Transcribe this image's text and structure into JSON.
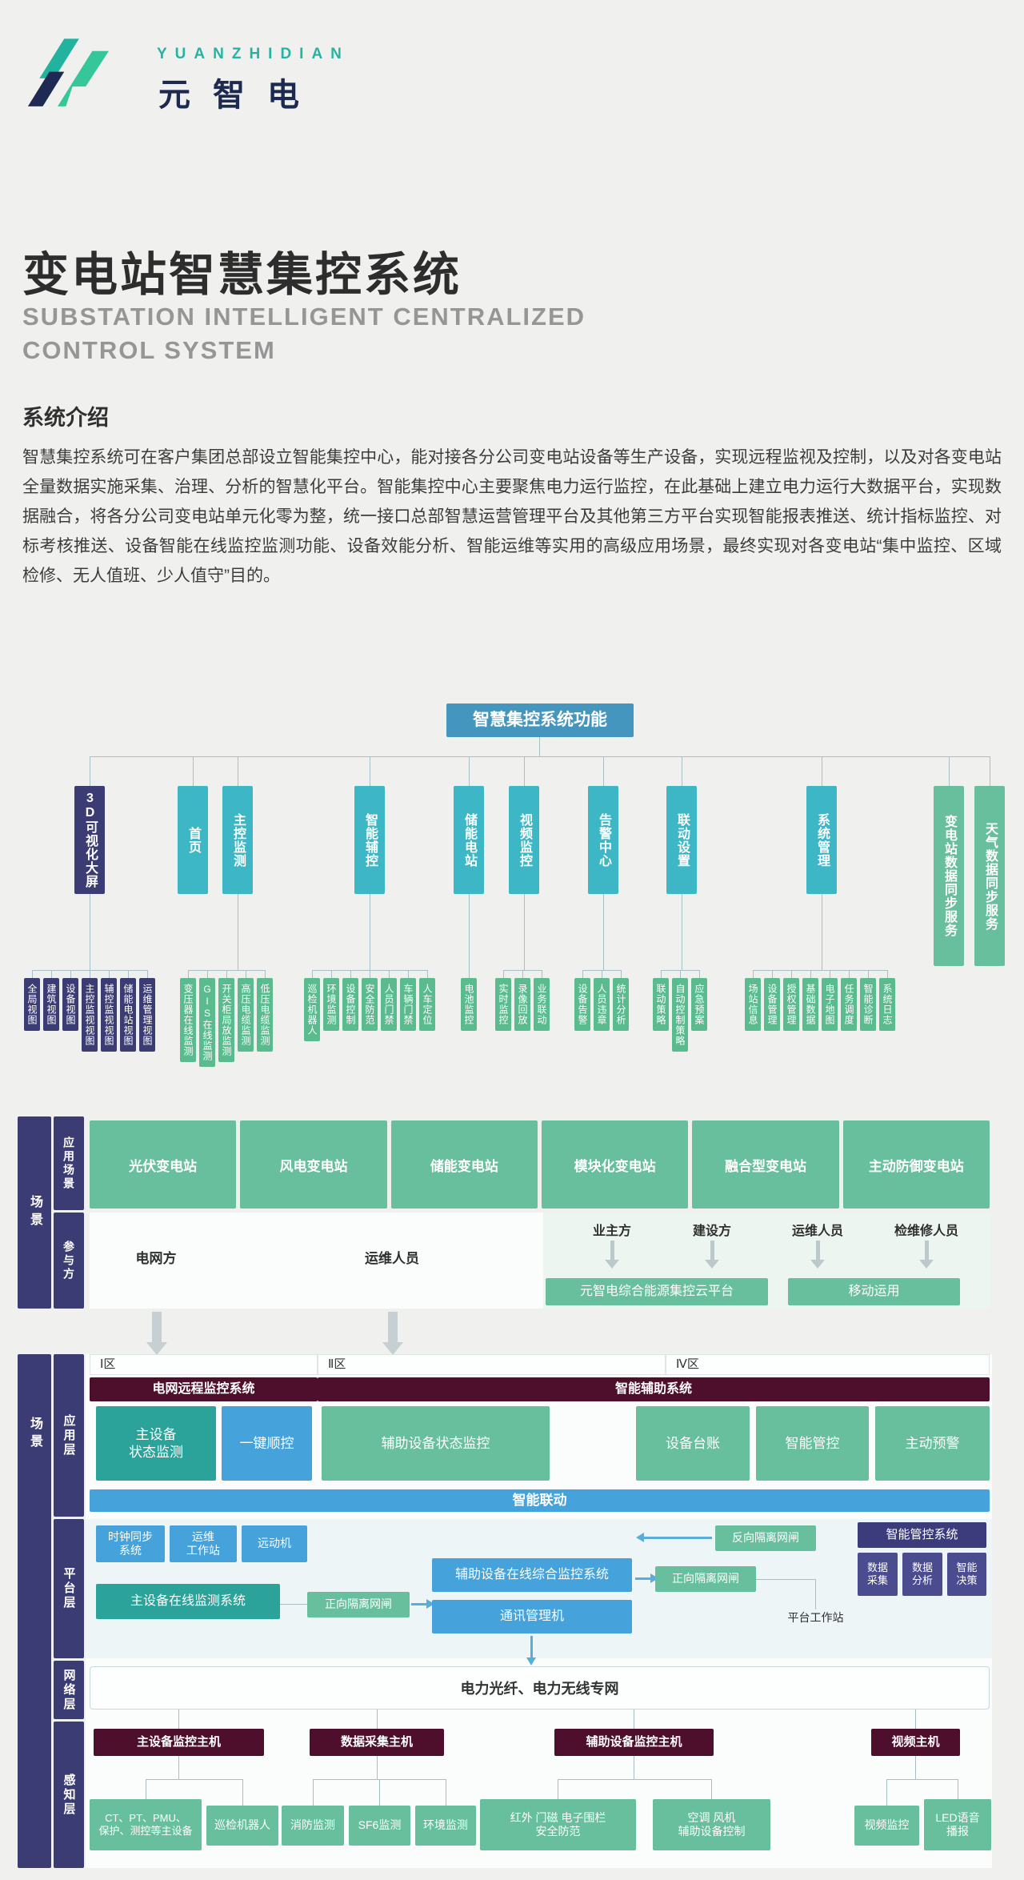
{
  "brand": {
    "en": "YUANZHIDIAN",
    "zh": "元智电"
  },
  "hero": {
    "title": "变电站智慧集控系统",
    "subtitle1": "SUBSTATION INTELLIGENT CENTRALIZED",
    "subtitle2": "CONTROL SYSTEM"
  },
  "intro": {
    "heading": "系统介绍",
    "body": "智慧集控系统可在客户集团总部设立智能集控中心，能对接各分公司变电站设备等生产设备，实现远程监视及控制，以及对各变电站全量数据实施采集、治理、分析的智慧化平台。智能集控中心主要聚焦电力运行监控，在此基础上建立电力运行大数据平台，实现数据融合，将各分公司变电站单元化零为整，统一接口总部智慧运营管理平台及其他第三方平台实现智能报表推送、统计指标监控、对标考核推送、设备智能在线监控监测功能、设备效能分析、智能运维等实用的高级应用场景，最终实现对各变电站“集中监控、区域检修、无人值班、少人值守”目的。"
  },
  "tree": {
    "root": "智慧集控系统功能",
    "columns": [
      {
        "label": "3D可视化大屏",
        "children": [
          "全局视图",
          "建筑视图",
          "设备视图",
          "主控监视视图",
          "辅控监视视图",
          "储能电站视图",
          "运维管理视图"
        ]
      },
      {
        "label": "首页",
        "children": []
      },
      {
        "label": "主控监测",
        "children": [
          "变压器在线监测",
          "GIS在线监测",
          "开关柜局放监测",
          "高压电缆监测",
          "低压电缆监测"
        ]
      },
      {
        "label": "智能辅控",
        "children": [
          "巡检机器人",
          "环境监测",
          "设备控制",
          "安全防范",
          "人员门禁",
          "车辆门禁",
          "人车定位"
        ]
      },
      {
        "label": "储能电站",
        "children": [
          "电池监控"
        ]
      },
      {
        "label": "视频监控",
        "children": [
          "实时监控",
          "录像回放",
          "业务联动"
        ]
      },
      {
        "label": "告警中心",
        "children": [
          "设备告警",
          "人员违章",
          "统计分析"
        ]
      },
      {
        "label": "联动设置",
        "children": [
          "联动策略",
          "自动控制策略",
          "应急预案"
        ]
      },
      {
        "label": "系统管理",
        "children": [
          "场站信息",
          "设备管理",
          "授权管理",
          "基础数据",
          "电子地图",
          "任务调度",
          "智能诊断",
          "系统日志"
        ]
      },
      {
        "label": "变电站数据同步服务",
        "children": []
      },
      {
        "label": "天气数据同步服务",
        "children": []
      }
    ]
  },
  "arch": {
    "left": {
      "scene": "场景",
      "app_scene": "应用场景",
      "participants": "参与方",
      "scene2": "场景",
      "app": "应用层",
      "platform": "平台层",
      "network": "网络层",
      "perception": "感知层"
    },
    "scenarios": [
      "光伏变电站",
      "风电变电站",
      "储能变电站",
      "模块化变电站",
      "融合型变电站",
      "主动防御变电站"
    ],
    "participants_left": [
      "电网方",
      "运维人员"
    ],
    "participants_right": [
      "业主方",
      "建设方",
      "运维人员",
      "检维修人员"
    ],
    "cloud": "元智电综合能源集控云平台",
    "mobile": "移动运用",
    "zones": [
      "Ⅰ区",
      "Ⅱ区",
      "Ⅳ区"
    ],
    "app": {
      "header1": "电网远程监控系统",
      "header2": "智能辅助系统",
      "b1": "主设备\n状态监测",
      "b2": "一键顺控",
      "b3": "辅助设备状态监控",
      "b4": "设备台账",
      "b5": "智能管控",
      "b6": "主动预警",
      "linkage": "智能联动"
    },
    "platform": {
      "clock": "时钟同步\n系统",
      "ops": "运维\n工作站",
      "rtu": "远动机",
      "main": "主设备在线监测系统",
      "fw1": "正向隔离网闸",
      "aux": "辅助设备在线综合监控系统",
      "comm": "通讯管理机",
      "rev": "反向隔离网闸",
      "fw2": "正向隔离网闸",
      "station": "平台工作站",
      "sc": "智能管控系统",
      "sub": [
        "数据\n采集",
        "数据\n分析",
        "智能\n决策"
      ]
    },
    "network": {
      "label": "电力光纤、电力无线专网"
    },
    "perception": {
      "hosts": [
        "主设备监控主机",
        "数据采集主机",
        "辅助设备监控主机",
        "视频主机"
      ],
      "devices": [
        "CT、PT、PMU、\n保护、测控等主设备",
        "巡检机器人",
        "消防监测",
        "SF6监测",
        "环境监测",
        "红外 门磁 电子围栏\n安全防范",
        "空调 风机\n辅助设备控制",
        "视频监控",
        "LED语音\n播报"
      ]
    }
  },
  "colors": {
    "brand_teal": "#28b2a1",
    "brand_navy": "#1c2950",
    "navy": "#3c3c74",
    "cyan": "#3db6c6",
    "green": "#68bf9d",
    "blue": "#45a2da",
    "teal": "#2ca39a",
    "maroon": "#4e0f2d",
    "root_blue": "#4596be"
  }
}
